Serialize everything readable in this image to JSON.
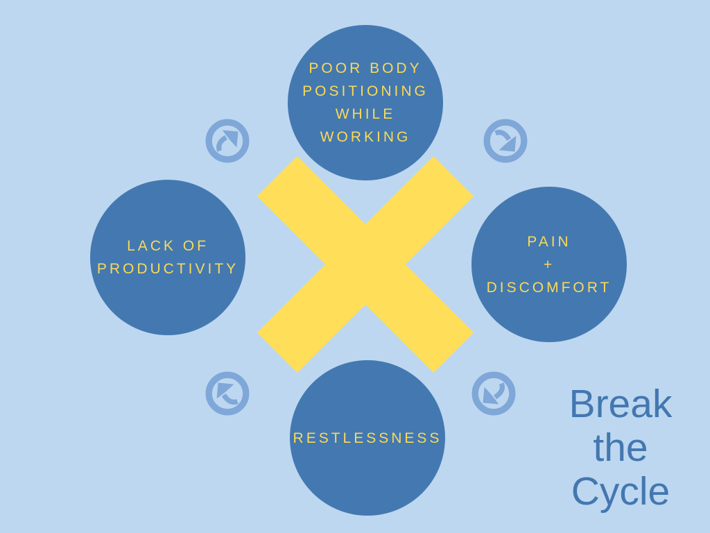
{
  "colors": {
    "background": "#bdd7f0",
    "node_fill": "#4478b1",
    "node_text": "#f9da55",
    "x_mark": "#ffde59",
    "arrow_icon": "#7fa7d7",
    "title_text": "#4377b0"
  },
  "diagram": {
    "center_symbol": {
      "glyph": "X",
      "meaning": "cross-out-cycle"
    },
    "nodes": [
      {
        "id": "poor-body-positioning",
        "lines": [
          "POOR BODY",
          "POSITIONING",
          "WHILE",
          "WORKING"
        ]
      },
      {
        "id": "pain-discomfort",
        "lines": [
          "PAIN",
          "+",
          "DISCOMFORT"
        ]
      },
      {
        "id": "restlessness",
        "lines": [
          "RESTLESSNESS"
        ]
      },
      {
        "id": "lack-of-productivity",
        "lines": [
          "LACK OF",
          "PRODUCTIVITY"
        ]
      }
    ],
    "cycle_arrows": [
      {
        "position": "top-left",
        "direction": "up-right"
      },
      {
        "position": "top-right",
        "direction": "down-right"
      },
      {
        "position": "bottom-right",
        "direction": "down-left"
      },
      {
        "position": "bottom-left",
        "direction": "up-left"
      }
    ]
  },
  "title": {
    "lines": [
      "Break",
      "the",
      "Cycle"
    ]
  }
}
